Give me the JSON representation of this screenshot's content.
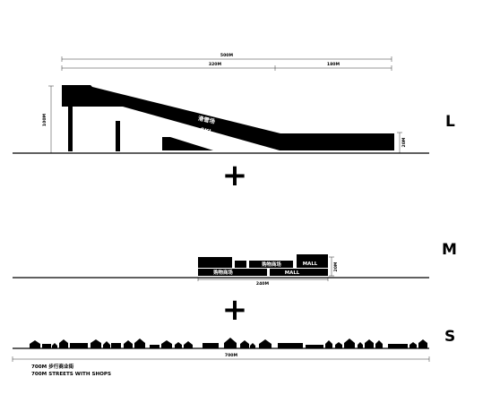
{
  "sections": {
    "large": {
      "scale_letter": "L",
      "labels": {
        "ski_cn": "滑雪场",
        "ski_en": "SKI"
      },
      "dimensions": {
        "total_width": "500M",
        "slope_width": "320M",
        "flat_width": "180M",
        "peak_height": "100M",
        "end_height": "20M"
      }
    },
    "medium": {
      "scale_letter": "M",
      "labels": {
        "mall_cn_1": "购物商场",
        "mall_cn_2": "购物商场",
        "mall_en_1": "MALL",
        "mall_en_2": "MALL"
      },
      "dimensions": {
        "width": "240M",
        "height": "20M"
      }
    },
    "small": {
      "scale_letter": "S",
      "dimensions": {
        "width": "700M"
      },
      "caption": {
        "cn": "700M 步行商业街",
        "en": "700M STREETS WITH SHOPS"
      }
    }
  },
  "connectors": {
    "plus_1": "+",
    "plus_2": "+"
  }
}
